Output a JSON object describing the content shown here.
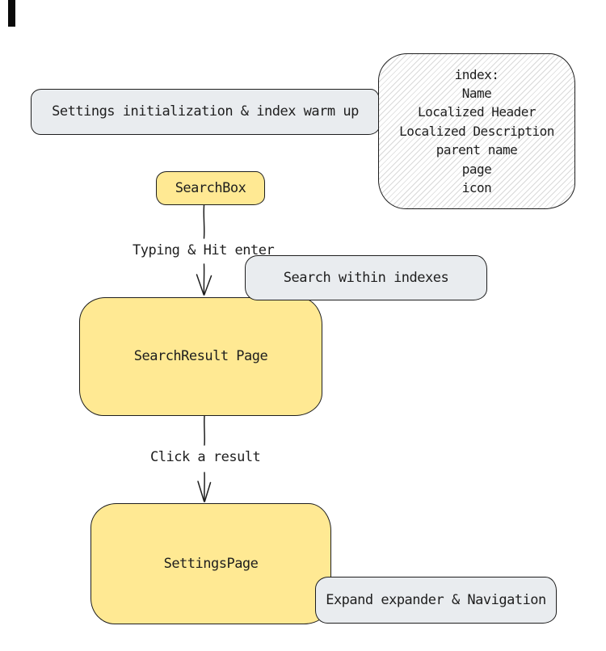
{
  "colors": {
    "background": "#ffffff",
    "node_yellow": "#ffe993",
    "node_gray": "#e9ecef",
    "stroke": "#1e1e1e",
    "hatch_line": "#d9d9d9"
  },
  "nodes": {
    "warmup": {
      "label": "Settings initialization & index warm up"
    },
    "searchbox": {
      "label": "SearchBox"
    },
    "search_within": {
      "label": "Search within indexes"
    },
    "search_result": {
      "label": "SearchResult Page"
    },
    "settings_page": {
      "label": "SettingsPage"
    },
    "expand_nav": {
      "label": "Expand expander & Navigation"
    }
  },
  "index_note": {
    "lines": [
      "index:",
      "Name",
      "Localized Header",
      "Localized Description",
      "parent name",
      "page",
      "icon"
    ]
  },
  "edge_labels": {
    "typing": "Typing & Hit enter",
    "click": "Click a result"
  }
}
